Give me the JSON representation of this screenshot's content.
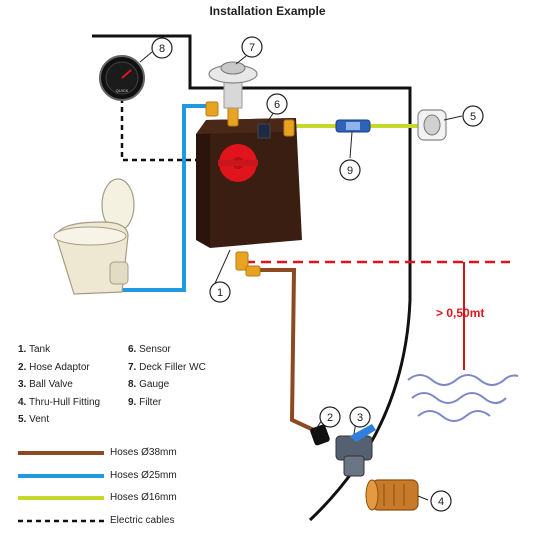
{
  "title": "Installation Example",
  "legend": {
    "items": [
      {
        "num": "1.",
        "label": "Tank"
      },
      {
        "num": "2.",
        "label": "Hose Adaptor"
      },
      {
        "num": "3.",
        "label": "Ball Valve"
      },
      {
        "num": "4.",
        "label": "Thru-Hull Fitting"
      },
      {
        "num": "5.",
        "label": "Vent"
      },
      {
        "num": "6.",
        "label": "Sensor"
      },
      {
        "num": "7.",
        "label": "Deck Filler WC"
      },
      {
        "num": "8.",
        "label": "Gauge"
      },
      {
        "num": "9.",
        "label": "Filter"
      }
    ]
  },
  "hoses": [
    {
      "label": "Hoses Ø38mm",
      "color": "#8b4a22"
    },
    {
      "label": "Hoses Ø25mm",
      "color": "#1e9be0"
    },
    {
      "label": "Hoses Ø16mm",
      "color": "#c6d92a"
    },
    {
      "label": "Electric cables",
      "color": "#111111"
    }
  ],
  "height_label": "> 0,50mt",
  "callouts": [
    "1",
    "2",
    "3",
    "4",
    "5",
    "6",
    "7",
    "8",
    "9"
  ],
  "gauge_brand": "QUICK"
}
